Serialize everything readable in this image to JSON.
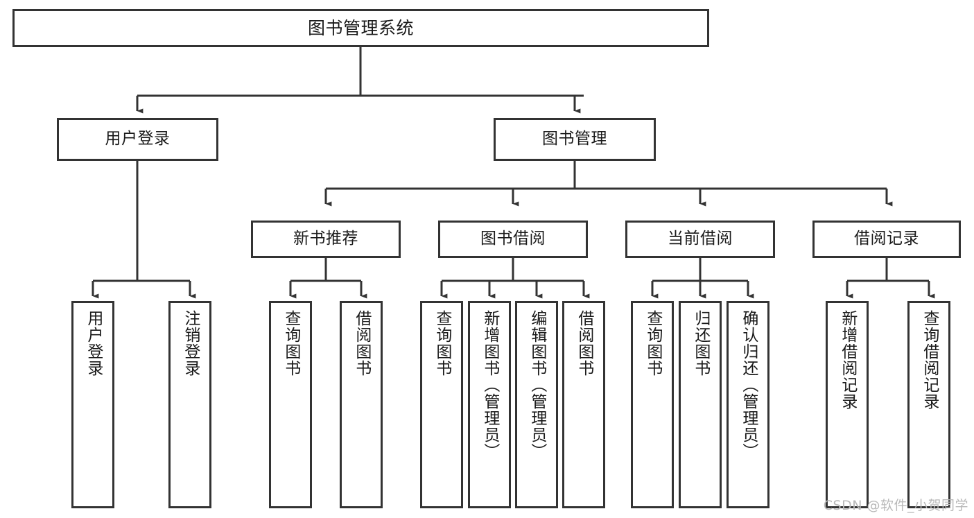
{
  "diagram": {
    "title": "图书管理系统",
    "watermark": "CSDN @软件_小贺同学",
    "colors": {
      "border": "#333333",
      "fill": "#ffffff",
      "line": "#333333",
      "text": "#1a1a1a",
      "watermark": "#b9b9b9"
    },
    "root": {
      "label": "图书管理系统"
    },
    "level2": [
      {
        "label": "用户登录"
      },
      {
        "label": "图书管理"
      }
    ],
    "level3": [
      {
        "label": "新书推荐"
      },
      {
        "label": "图书借阅"
      },
      {
        "label": "当前借阅"
      },
      {
        "label": "借阅记录"
      }
    ],
    "leaves": {
      "user_login": [
        {
          "label": "用户登录"
        },
        {
          "label": "注销登录"
        }
      ],
      "new_book_recommend": [
        {
          "label": "查询图书"
        },
        {
          "label": "借阅图书"
        }
      ],
      "book_borrow": [
        {
          "label": "查询图书"
        },
        {
          "label": "新增图书（管理员）"
        },
        {
          "label": "编辑图书（管理员）"
        },
        {
          "label": "借阅图书"
        }
      ],
      "current_borrow": [
        {
          "label": "查询图书"
        },
        {
          "label": "归还图书"
        },
        {
          "label": "确认归还（管理员）"
        }
      ],
      "borrow_record": [
        {
          "label": "新增借阅记录"
        },
        {
          "label": "查询借阅记录"
        }
      ]
    }
  }
}
